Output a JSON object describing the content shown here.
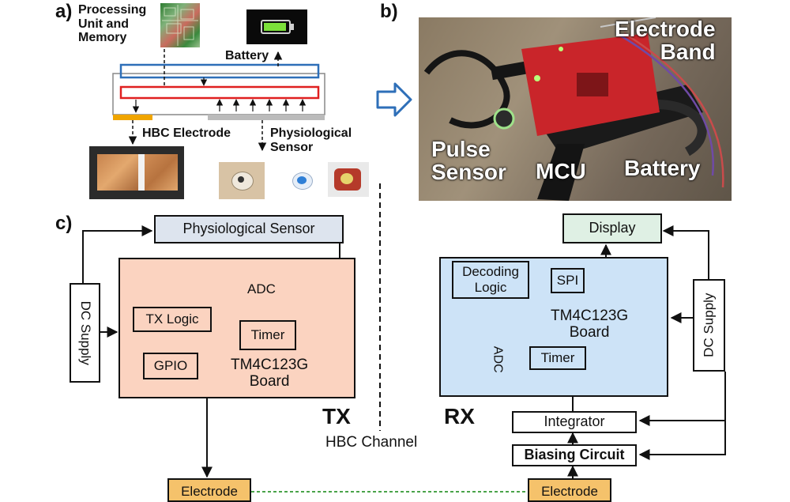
{
  "panel_labels": {
    "a": "a)",
    "b": "b)",
    "c": "c)"
  },
  "panel_a": {
    "processing_label": "Processing\nUnit and\nMemory",
    "battery_label": "Battery",
    "electrode_label": "HBC Electrode",
    "sensor_label": "Physiological\nSensor"
  },
  "panel_b": {
    "electrode_band": "Electrode\nBand",
    "pulse_sensor": "Pulse\nSensor",
    "mcu": "MCU",
    "battery": "Battery"
  },
  "panel_c": {
    "tx": {
      "physiological_sensor": "Physiological Sensor",
      "dc_supply": "DC Supply",
      "adc": "ADC",
      "tx_logic": "TX Logic",
      "timer": "Timer",
      "gpio": "GPIO",
      "board": "TM4C123G\nBoard",
      "label": "TX",
      "electrode": "Electrode"
    },
    "channel": "HBC Channel",
    "rx": {
      "display": "Display",
      "decoding_logic": "Decoding\nLogic",
      "spi": "SPI",
      "board": "TM4C123G\nBoard",
      "adc": "ADC",
      "timer": "Timer",
      "dc_supply": "DC Supply",
      "label": "RX",
      "integrator": "Integrator",
      "biasing_circuit": "Biasing Circuit",
      "electrode": "Electrode"
    }
  },
  "colors": {
    "tx_board": "#fbd3c0",
    "rx_board": "#cde3f7",
    "sensor_box": "#dde4ee",
    "display_box": "#dff0e4",
    "electrode_box": "#f5c26b",
    "channel_line": "#4aa34a",
    "arrow_blue": "#2e6fb8"
  }
}
